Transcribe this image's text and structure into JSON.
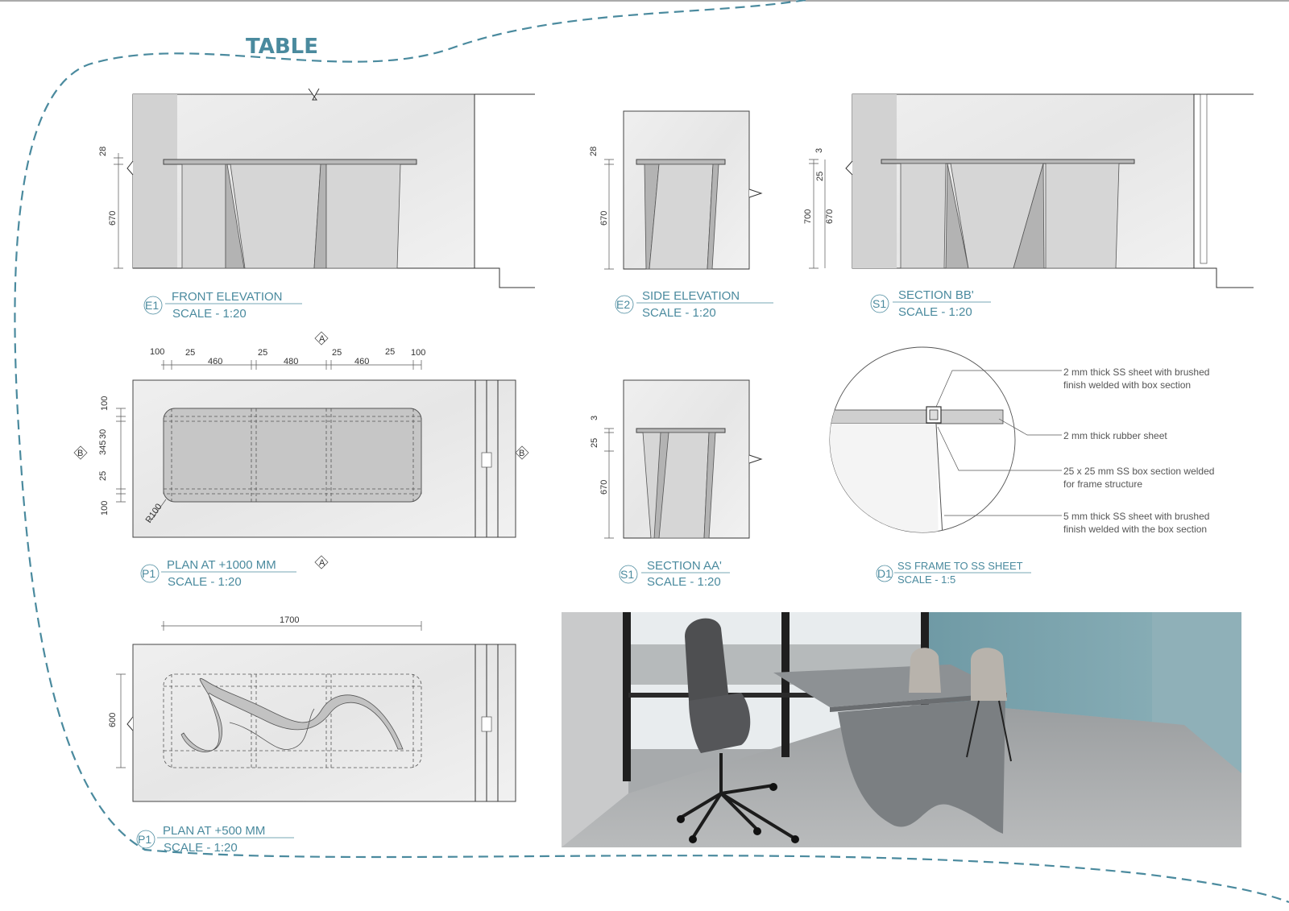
{
  "title": "TABLE",
  "drawings": {
    "e1": {
      "code": "E1",
      "name": "FRONT ELEVATION",
      "scale": "SCALE - 1:20",
      "dims": [
        "28",
        "670"
      ]
    },
    "e2": {
      "code": "E2",
      "name": "SIDE ELEVATION",
      "scale": "SCALE - 1:20",
      "dims": [
        "28",
        "670"
      ]
    },
    "s1bb": {
      "code": "S1",
      "name": "SECTION BB'",
      "scale": "SCALE - 1:20",
      "dims": [
        "3",
        "25",
        "700",
        "670"
      ]
    },
    "p1a": {
      "code": "P1",
      "name": "PLAN AT +1000 MM",
      "scale": "SCALE - 1:20",
      "dims_top": [
        "100",
        "25",
        "460",
        "25",
        "480",
        "25",
        "460",
        "25",
        "100"
      ],
      "dims_left": [
        "100",
        "30",
        "345",
        "25",
        "100"
      ],
      "radius": "R100",
      "marker_a": "A",
      "marker_b": "B"
    },
    "s1aa": {
      "code": "S1",
      "name": "SECTION AA'",
      "scale": "SCALE - 1:20",
      "dims": [
        "3",
        "25",
        "670"
      ]
    },
    "d1": {
      "code": "D1",
      "name": "SS FRAME TO SS SHEET",
      "scale": "SCALE - 1:5",
      "notes": [
        [
          "2 mm thick SS sheet with brushed",
          "finish welded with box section"
        ],
        [
          "2 mm thick rubber sheet"
        ],
        [
          "25 x 25 mm SS box section welded",
          "for frame structure"
        ],
        [
          "5 mm thick SS sheet with brushed",
          "finish welded with the box section"
        ]
      ]
    },
    "p1b": {
      "code": "P1",
      "name": "PLAN AT +500 MM",
      "scale": "SCALE - 1:20",
      "dims": [
        "1700",
        "600"
      ]
    }
  },
  "render": {
    "description_icon": "render-image"
  }
}
